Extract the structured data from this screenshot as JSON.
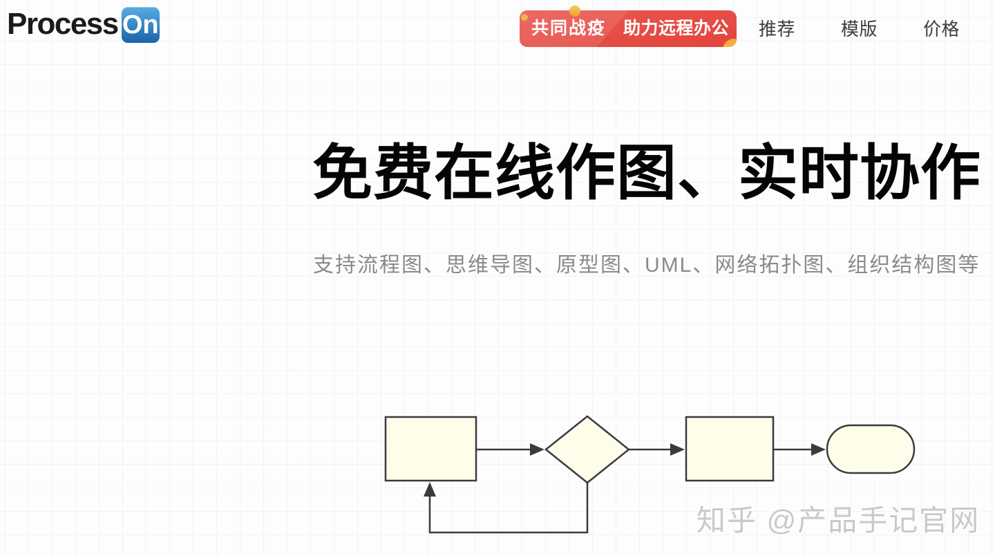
{
  "brand": {
    "name_text": "Process",
    "badge_text": "On"
  },
  "promo_banner": {
    "left_label": "共同战疫",
    "right_label": "助力远程办公"
  },
  "nav": {
    "items": [
      {
        "label": "推荐"
      },
      {
        "label": "模版"
      },
      {
        "label": "价格"
      }
    ]
  },
  "hero": {
    "headline": "免费在线作图、实时协作",
    "subtitle": "支持流程图、思维导图、原型图、UML、网络拓扑图、组织结构图等"
  },
  "illustration": {
    "type": "flowchart",
    "shapes": [
      "process-box",
      "decision-diamond",
      "process-box",
      "terminator-stadium"
    ],
    "fill_color": "#fdfdea",
    "stroke_color": "#3a3a3a"
  },
  "watermark": {
    "text": "知乎 @产品手记官网"
  },
  "colors": {
    "banner_red": "#e2443d",
    "banner_red_light": "#ea5850",
    "accent_orange": "#f3a83e",
    "brand_blue_top": "#58abe2",
    "brand_blue_bottom": "#1c64a7",
    "headline_black": "#050505",
    "subtitle_gray": "#8a8a8a",
    "nav_gray": "#3d3d3d",
    "grid_line": "#f3f2f5"
  }
}
